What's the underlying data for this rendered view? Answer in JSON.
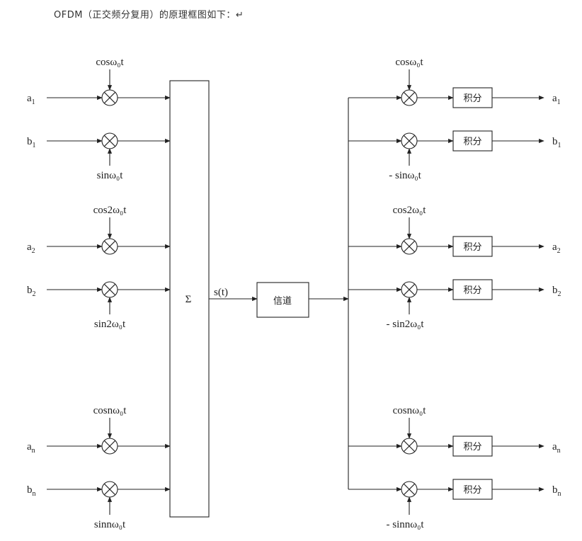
{
  "heading": "OFDM（正交频分复用）的原理框图如下：↵",
  "transmitter": {
    "channels": [
      {
        "a_label": "a",
        "a_sub": "1",
        "b_label": "b",
        "b_sub": "1",
        "cos_carrier": "cosω₀t",
        "sin_carrier": "sinω₀t"
      },
      {
        "a_label": "a",
        "a_sub": "2",
        "b_label": "b",
        "b_sub": "2",
        "cos_carrier": "cos2ω₀t",
        "sin_carrier": "sin2ω₀t"
      },
      {
        "a_label": "a",
        "a_sub": "n",
        "b_label": "b",
        "b_sub": "n",
        "cos_carrier": "cosnω₀t",
        "sin_carrier": "sinnω₀t"
      }
    ],
    "plus_sign": "+",
    "minus_sign": "-"
  },
  "summer": {
    "symbol": "Σ"
  },
  "signal_label": "s(t)",
  "channel_block": {
    "label": "信道"
  },
  "receiver": {
    "channels": [
      {
        "cos_carrier": "cosω₀t",
        "sin_carrier": "- sinω₀t",
        "out_a": "a",
        "out_a_sub": "1",
        "out_b": "b",
        "out_b_sub": "1"
      },
      {
        "cos_carrier": "cos2ω₀t",
        "sin_carrier": "- sin2ω₀t",
        "out_a": "a",
        "out_a_sub": "2",
        "out_b": "b",
        "out_b_sub": "2"
      },
      {
        "cos_carrier": "cosnω₀t",
        "sin_carrier": "- sinnω₀t",
        "out_a": "a",
        "out_a_sub": "n",
        "out_b": "b",
        "out_b_sub": "n"
      }
    ],
    "integrator_label": "积分"
  }
}
